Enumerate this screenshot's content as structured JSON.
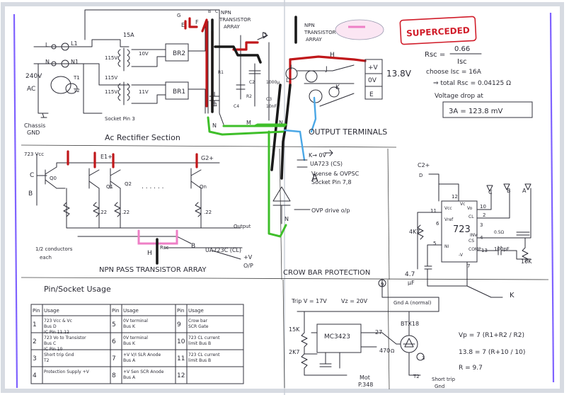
{
  "colors": {
    "paper": "#ffffff",
    "ink": "#2b2b35",
    "red_wire": "#c0171a",
    "black_wire": "#1a1a1a",
    "green_wire": "#3fbf2a",
    "blue_wire": "#4aa7e6",
    "pink_wire": "#ee7fc6",
    "fold_line": "#7f62ff",
    "stamp": "#d11d2a"
  },
  "stamp": {
    "text": "SUPERCEDED"
  },
  "sections": {
    "ac_rectifier": "Ac Rectifier Section",
    "output_terminals": "OUTPUT TERMINALS",
    "npn_pass_array": "NPN PASS TRANSISTOR ARRAY",
    "crowbar": "CROW BAR PROTECTION",
    "pin_socket": "Pin/Socket Usage"
  },
  "transformer_section": {
    "voltage": "240V",
    "ac": "AC",
    "chassis": "Chassis",
    "gnd": "GND",
    "l": "L",
    "n": "N",
    "l1": "L1",
    "n1": "N1",
    "t1": "T1",
    "t2": "T2",
    "fuse": "15A",
    "v115a": "115V",
    "v115b": "115V",
    "v115c": "115V",
    "v10": "10V",
    "v11": "11V",
    "br2": "BR2",
    "br1": "BR1",
    "c1": "C1",
    "socket_pin": "Socket Pin 3"
  },
  "top_labels": {
    "npn_array_1": "NPN",
    "npn_array_1b": "TRANSISTOR",
    "npn_array_1c": "ARRAY",
    "npn_array_2": "NPN",
    "npn_array_2b": "TRANSISTOR",
    "npn_array_2c": "ARRAY",
    "g": "G",
    "e": "E",
    "f": "F",
    "d": "D",
    "b_top": "B",
    "c_top": "C",
    "h": "H",
    "i": "I",
    "j": "J",
    "k": "K",
    "l_node": "L",
    "m": "M",
    "n_node": "N",
    "c2": "C2",
    "c3": "C3",
    "c4": "C4",
    "r1": "R1",
    "r2": "R2",
    "cap_val": "1000µ",
    "cap_val2": "10nF"
  },
  "output_block": {
    "plus_v": "+V",
    "zero_v": "0V",
    "e": "E",
    "voltage": "13.8V",
    "kov": "K→ 0V",
    "ua723": "UA723 (CS)",
    "vsense": "Vsense & OVPSC",
    "socket_pin": "Socket Pin 7,8",
    "a": "A",
    "ovp_drive": "OVP drive o/p"
  },
  "calc": {
    "rsc": "Rsc =",
    "num": "0.66",
    "den": "Isc",
    "choose": "choose Isc = 16A",
    "total": "⇒ total Rsc = 0.04125 Ω",
    "vdrop": "Voltage drop at",
    "result": "3A = 123.8 mV"
  },
  "pass_array": {
    "v723": "723 Vcc",
    "c": "C",
    "b": "B",
    "q0": "Q0",
    "e1": "E1+",
    "g2": "G2+",
    "q1": "Q1",
    "q2": "Q2",
    "qn": "Qn",
    "dots": ". . . . . .",
    "r22a": ".22",
    "r22b": ".22",
    "r22c": ".22",
    "rsc": "Rsc",
    "h": "H",
    "b2": "B",
    "ua723cl": "UA723C (CL)",
    "plusv": "+V",
    "op": "O/P",
    "output": "Output",
    "conductors": "1/2 conductors",
    "each": "each"
  },
  "ic723": {
    "c2": "C2+",
    "name": "723",
    "vcc": "Vcc",
    "vc": "Vc",
    "vo": "Vo",
    "cl": "CL",
    "cs": "CS",
    "inv": "INV",
    "ni": "NI",
    "vref": "Vref",
    "vminus": "-V",
    "comp": "COMP",
    "p12": "12",
    "p11": "11",
    "p10": "10",
    "p5": "5",
    "p4": "4",
    "p3": "3",
    "p2": "2",
    "p13": "13",
    "p6": "6",
    "p7": "7",
    "r4k7": "4K7",
    "r10k": "10K",
    "c100p": "100pF",
    "c47": "4.7",
    "uf": "µF",
    "c": "C",
    "b": "B",
    "a": "A",
    "d": "D",
    "k": "K",
    "rsense": "0.5Ω"
  },
  "crowbar_detail": {
    "trip": "Trip V = 17V",
    "vz": "Vz = 20V",
    "gnd": "Gnd A (normal)",
    "r15k": "15K",
    "r2k7": "2K7",
    "mc": "MC3423",
    "btx": "BTX18",
    "r27": "27",
    "r470": "470",
    "ohm": "Ω",
    "mot": "Mot",
    "p": "P.348",
    "vp": "Vp = 7 (R1+R2 / R2)",
    "line2": "13.8 = 7 (R+10 / 10)",
    "line3": "R = 9.7",
    "short": "Short trip",
    "gnd2": "Gnd",
    "c9": "9",
    "c3": "3",
    "t2": "T2"
  },
  "pin_table": {
    "headers": [
      "Pin",
      "Usage",
      "Pin",
      "Usage",
      "Pin",
      "Usage"
    ],
    "rows": [
      [
        "1",
        "723 Vcc & Vc  Bus D  IC Pin 11,12",
        "5",
        "0V terminal  Bus K",
        "9",
        "Crow bar  SCR Gate"
      ],
      [
        "2",
        "723 Vo to Transistor  Bus C  IC Pin 10",
        "6",
        "0V terminal  Bus K",
        "10",
        "723 CL current  limit Bus B"
      ],
      [
        "3",
        "Short trip Gnd  T2",
        "7",
        "+V V/I SLR Anode  Bus A",
        "11",
        "723 CL current  limit Bus B"
      ],
      [
        "4",
        "Protection Supply +V",
        "8",
        "+V Sen SCR Anode  Bus A",
        "12",
        ""
      ]
    ]
  }
}
